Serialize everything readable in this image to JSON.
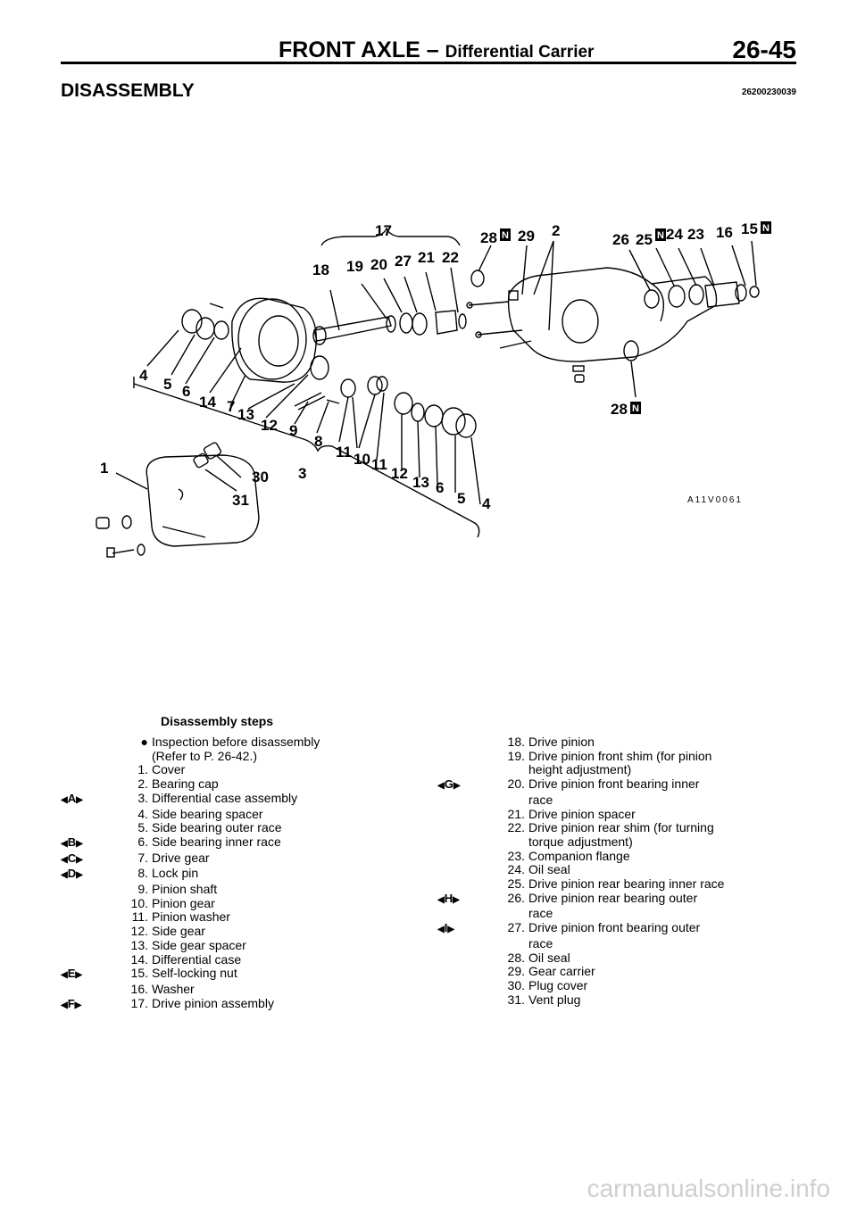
{
  "header": {
    "title_main": "FRONT AXLE – ",
    "title_sub": "Differential Carrier",
    "page": "26-45"
  },
  "section": {
    "title": "DISASSEMBLY",
    "code": "26200230039"
  },
  "diagram": {
    "code": "A11V0061",
    "callouts": [
      "1",
      "2",
      "3",
      "4",
      "5",
      "6",
      "7",
      "8",
      "9",
      "10",
      "11",
      "12",
      "13",
      "14",
      "15",
      "16",
      "17",
      "18",
      "19",
      "20",
      "21",
      "22",
      "23",
      "24",
      "25",
      "26",
      "27",
      "28",
      "29",
      "30",
      "31"
    ],
    "new_part_marker": "N"
  },
  "steps_heading": "Disassembly steps",
  "left_column": {
    "bullet": "●",
    "bullet_text": "Inspection before disassembly",
    "bullet_text_2": "(Refer to P. 26-42.)",
    "items": [
      {
        "mark": "",
        "num": "1.",
        "text": "Cover"
      },
      {
        "mark": "",
        "num": "2.",
        "text": "Bearing cap"
      },
      {
        "mark": "A",
        "num": "3.",
        "text": "Differential case assembly"
      },
      {
        "mark": "",
        "num": "4.",
        "text": "Side bearing spacer"
      },
      {
        "mark": "",
        "num": "5.",
        "text": "Side bearing outer race"
      },
      {
        "mark": "B",
        "num": "6.",
        "text": "Side bearing inner race"
      },
      {
        "mark": "C",
        "num": "7.",
        "text": "Drive gear"
      },
      {
        "mark": "D",
        "num": "8.",
        "text": "Lock pin"
      },
      {
        "mark": "",
        "num": "9.",
        "text": "Pinion shaft"
      },
      {
        "mark": "",
        "num": "10.",
        "text": "Pinion gear"
      },
      {
        "mark": "",
        "num": "11.",
        "text": "Pinion washer"
      },
      {
        "mark": "",
        "num": "12.",
        "text": "Side gear"
      },
      {
        "mark": "",
        "num": "13.",
        "text": "Side gear spacer"
      },
      {
        "mark": "",
        "num": "14.",
        "text": "Differential case"
      },
      {
        "mark": "E",
        "num": "15.",
        "text": "Self-locking nut"
      },
      {
        "mark": "",
        "num": "16.",
        "text": "Washer"
      },
      {
        "mark": "F",
        "num": "17.",
        "text": "Drive pinion assembly"
      }
    ]
  },
  "right_column": {
    "items": [
      {
        "mark": "",
        "num": "18.",
        "text": "Drive pinion",
        "cont": ""
      },
      {
        "mark": "",
        "num": "19.",
        "text": "Drive pinion front shim (for pinion",
        "cont": "height adjustment)"
      },
      {
        "mark": "G",
        "num": "20.",
        "text": "Drive pinion front bearing inner",
        "cont": "race"
      },
      {
        "mark": "",
        "num": "21.",
        "text": "Drive pinion spacer",
        "cont": ""
      },
      {
        "mark": "",
        "num": "22.",
        "text": "Drive pinion rear shim (for turning",
        "cont": "torque adjustment)"
      },
      {
        "mark": "",
        "num": "23.",
        "text": "Companion flange",
        "cont": ""
      },
      {
        "mark": "",
        "num": "24.",
        "text": "Oil seal",
        "cont": ""
      },
      {
        "mark": "",
        "num": "25.",
        "text": "Drive pinion rear bearing inner race",
        "cont": ""
      },
      {
        "mark": "H",
        "num": "26.",
        "text": "Drive pinion rear bearing outer",
        "cont": "race"
      },
      {
        "mark": "I",
        "num": "27.",
        "text": "Drive pinion front bearing outer",
        "cont": "race"
      },
      {
        "mark": "",
        "num": "28.",
        "text": "Oil seal",
        "cont": ""
      },
      {
        "mark": "",
        "num": "29.",
        "text": "Gear carrier",
        "cont": ""
      },
      {
        "mark": "",
        "num": "30.",
        "text": "Plug cover",
        "cont": ""
      },
      {
        "mark": "",
        "num": "31.",
        "text": "Vent plug",
        "cont": ""
      }
    ]
  },
  "watermark": "carmanualsonline.info"
}
